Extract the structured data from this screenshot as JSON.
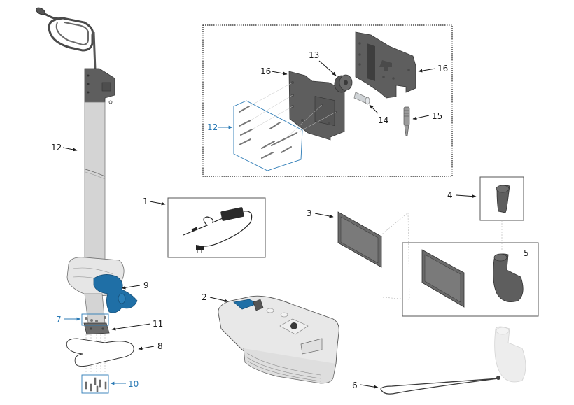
{
  "diagram": {
    "type": "exploded-parts-diagram",
    "subject": "electric outboard motor",
    "accent_color": "#2c7bb6",
    "part_fill_color": "#1f6fa6",
    "callouts": [
      {
        "id": "c1",
        "number": "1",
        "part": "charger-with-cable",
        "color": "black",
        "boxed": true
      },
      {
        "id": "c2",
        "number": "2",
        "part": "battery",
        "color": "black",
        "boxed": false
      },
      {
        "id": "c3",
        "number": "3",
        "part": "display-cover",
        "color": "black",
        "boxed": false
      },
      {
        "id": "c4",
        "number": "4",
        "part": "tiller-grip",
        "color": "black",
        "boxed": true
      },
      {
        "id": "c5",
        "number": "5",
        "part": "display-and-tiller-set",
        "color": "black",
        "boxed": true
      },
      {
        "id": "c6",
        "number": "6",
        "part": "kill-switch-lanyard",
        "color": "black",
        "boxed": false
      },
      {
        "id": "c7",
        "number": "7",
        "part": "fin-mount-screws",
        "color": "blue",
        "boxed": true
      },
      {
        "id": "c8",
        "number": "8",
        "part": "skeg-fin",
        "color": "black",
        "boxed": false
      },
      {
        "id": "c9",
        "number": "9",
        "part": "propeller",
        "color": "black",
        "boxed": false
      },
      {
        "id": "c10",
        "number": "10",
        "part": "fin-screws",
        "color": "blue",
        "boxed": true
      },
      {
        "id": "c11",
        "number": "11",
        "part": "fin-mount-plate",
        "color": "black",
        "boxed": false
      },
      {
        "id": "c12a",
        "number": "12",
        "part": "shaft",
        "color": "black",
        "boxed": false
      },
      {
        "id": "c12b",
        "number": "12",
        "part": "clamp-screws",
        "color": "blue",
        "boxed": true
      },
      {
        "id": "c13",
        "number": "13",
        "part": "washer",
        "color": "black",
        "boxed": false
      },
      {
        "id": "c14",
        "number": "14",
        "part": "pin",
        "color": "black",
        "boxed": false
      },
      {
        "id": "c15",
        "number": "15",
        "part": "bolt",
        "color": "black",
        "boxed": false
      },
      {
        "id": "c16a",
        "number": "16",
        "part": "clamp-bracket-left",
        "color": "black",
        "boxed": false
      },
      {
        "id": "c16b",
        "number": "16",
        "part": "clamp-bracket-right",
        "color": "black",
        "boxed": false
      }
    ]
  }
}
